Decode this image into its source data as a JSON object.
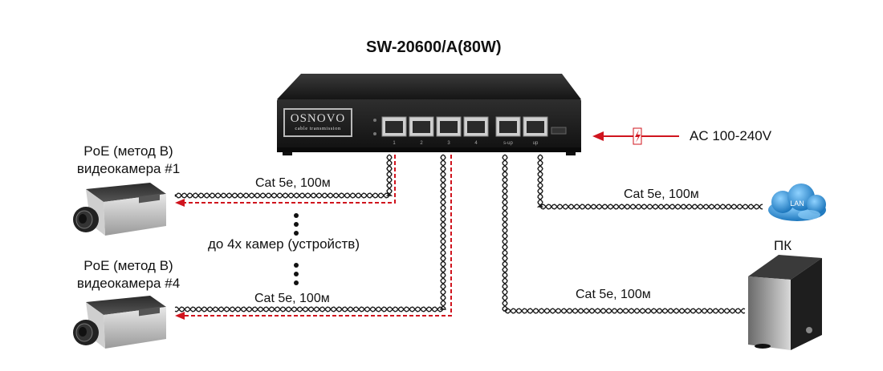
{
  "title": "SW-20600/A(80W)",
  "switch": {
    "brand": "OSNOVO",
    "brand_sub": "cable transmission",
    "port_labels": [
      "1",
      "2",
      "3",
      "4",
      "s-up",
      "up"
    ]
  },
  "power": {
    "label": "AC 100-240V"
  },
  "cameras": [
    {
      "line1": "PoE (метод B)",
      "line2": "видеокамера  #1"
    },
    {
      "line1": "PoE (метод B)",
      "line2": "видеокамера  #4"
    }
  ],
  "middle_note": "до 4х камер (устройств)",
  "cables": {
    "cam1": "Cat 5e, 100м",
    "cam4": "Cat 5e, 100м",
    "lan": "Cat 5e, 100м",
    "pc": "Cat 5e, 100м"
  },
  "lan": {
    "label": "LAN"
  },
  "pc": {
    "label": "ПК"
  },
  "colors": {
    "arrow": "#d0141e",
    "cable": "#1a1a1a",
    "cloud": "#1f8ed4",
    "switch_body": "#1c1c1c"
  }
}
